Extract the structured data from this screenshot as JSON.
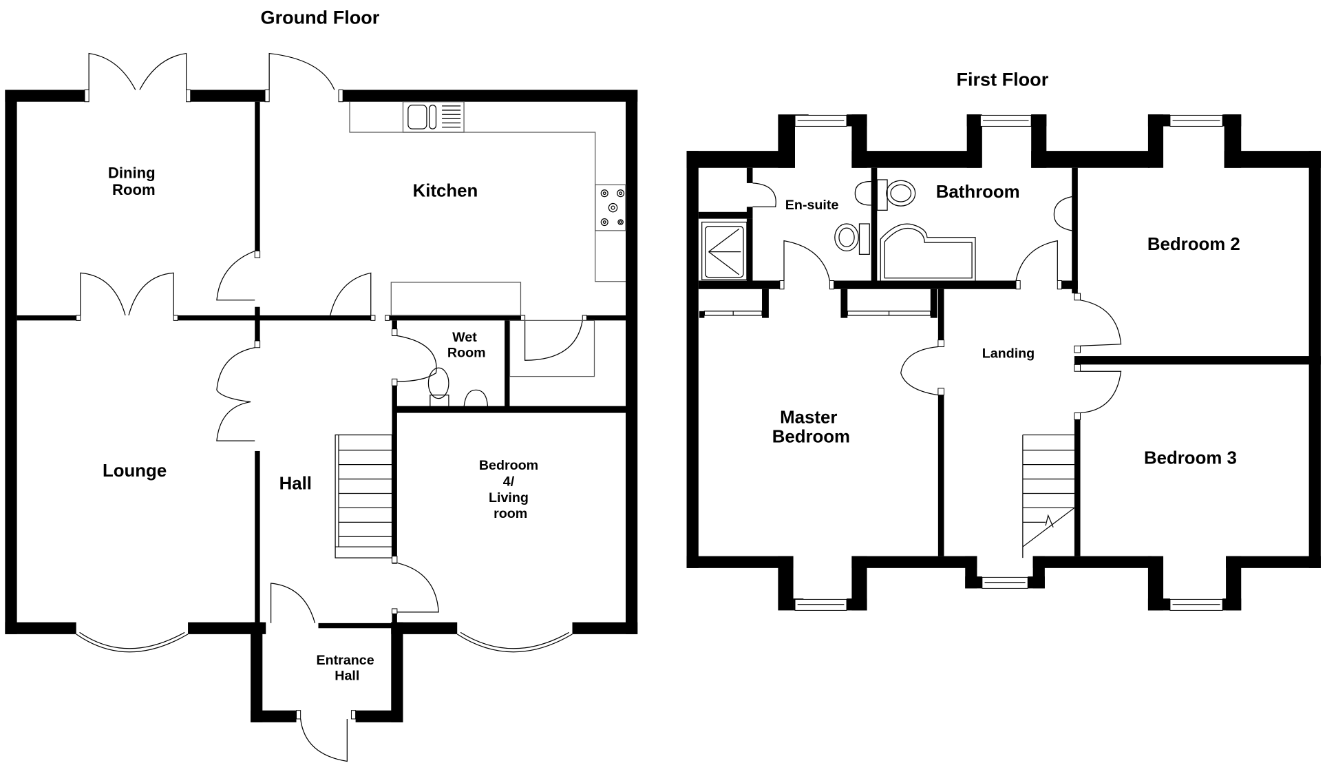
{
  "floor_plan": {
    "ground_floor": {
      "title": "Ground Floor",
      "rooms": {
        "dining_room": [
          "Dining",
          "Room"
        ],
        "kitchen": "Kitchen",
        "wet_room": [
          "Wet",
          "Room"
        ],
        "lounge": "Lounge",
        "hall": "Hall",
        "bedroom4": [
          "Bedroom",
          "4/",
          "Living",
          "room"
        ],
        "entrance_hall": [
          "Entrance",
          "Hall"
        ]
      }
    },
    "first_floor": {
      "title": "First Floor",
      "rooms": {
        "en_suite": "En-suite",
        "bathroom": "Bathroom",
        "bedroom2": "Bedroom 2",
        "landing": "Landing",
        "master_bedroom": [
          "Master",
          "Bedroom"
        ],
        "bedroom3": "Bedroom 3"
      }
    },
    "colors": {
      "wall": "#000000",
      "background": "#ffffff",
      "fixture_line": "#555555"
    }
  }
}
